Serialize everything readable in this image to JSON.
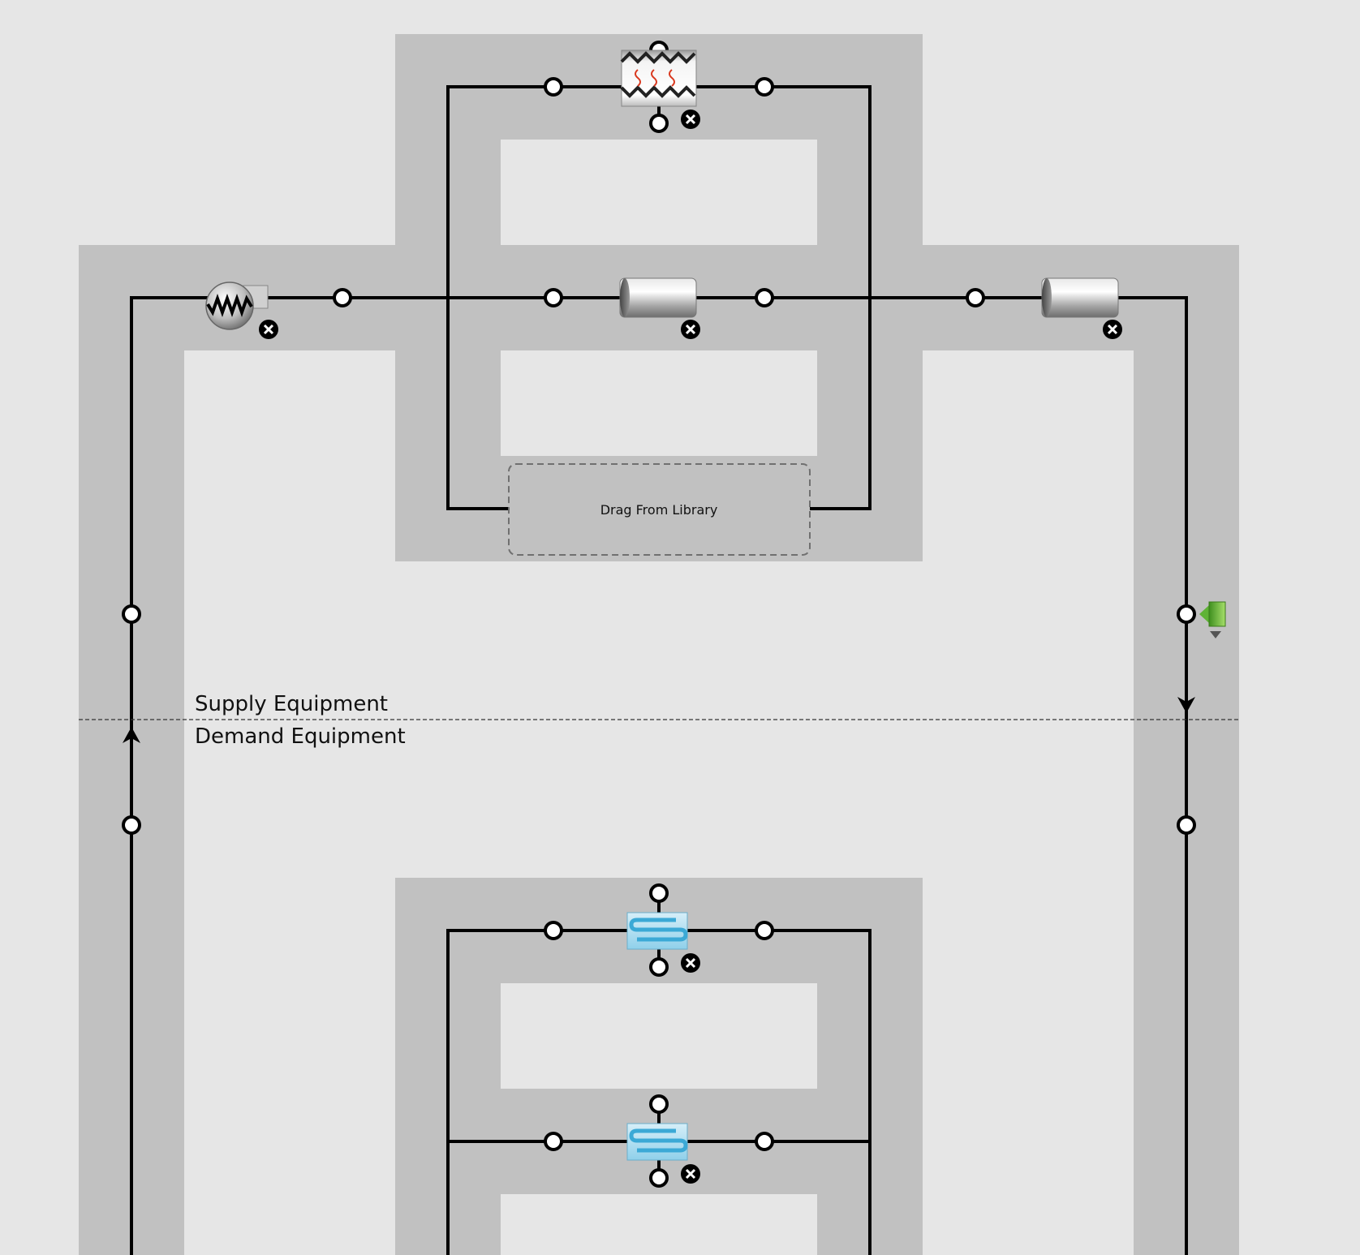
{
  "labels": {
    "supply": "Supply Equipment",
    "demand": "Demand Equipment",
    "drop_zone": "Drag From Library"
  },
  "colors": {
    "background": "#e6e6e6",
    "band": "#c1c1c1",
    "line": "#000000",
    "heater_red": "#d9381e",
    "coil_blue": "#3ba9d6",
    "setpoint_green": "#5fb336"
  },
  "supply_components": [
    {
      "id": "pump",
      "icon": "pump-icon",
      "removable": true
    },
    {
      "id": "boiler",
      "icon": "boiler-icon",
      "removable": true
    },
    {
      "id": "bypass-pipe",
      "icon": "pipe-icon",
      "removable": true
    },
    {
      "id": "outlet-pipe",
      "icon": "pipe-icon",
      "removable": true
    },
    {
      "id": "setpoint-manager",
      "icon": "setpoint-manager-icon",
      "removable": false
    }
  ],
  "demand_components": [
    {
      "id": "coil-1",
      "icon": "heating-coil-icon",
      "removable": true
    },
    {
      "id": "coil-2",
      "icon": "heating-coil-icon",
      "removable": true
    }
  ]
}
